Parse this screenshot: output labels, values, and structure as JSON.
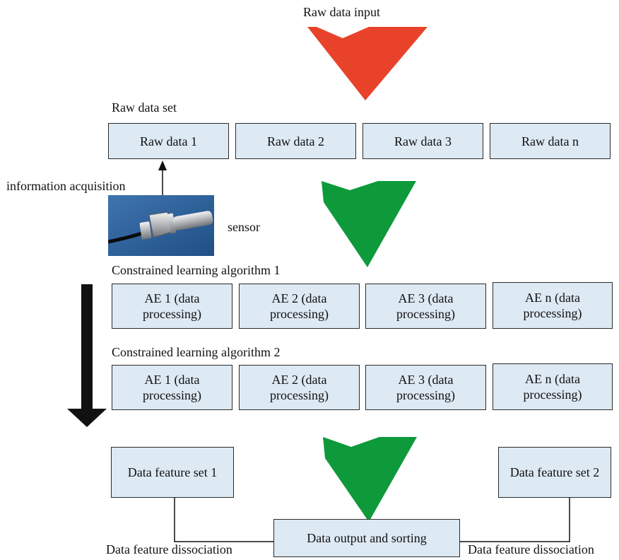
{
  "title": "Raw data input",
  "raw_set": {
    "label": "Raw data set",
    "items": [
      "Raw data 1",
      "Raw data 2",
      "Raw data 3",
      "Raw data n"
    ]
  },
  "acquisition_label": "information acquisition",
  "sensor_label": "sensor",
  "algorithm1": {
    "label": "Constrained learning algorithm 1",
    "items": [
      "AE 1 (data processing)",
      "AE 2 (data processing)",
      "AE 3 (data processing)",
      "AE n (data processing)"
    ]
  },
  "algorithm2": {
    "label": "Constrained learning algorithm 2",
    "items": [
      "AE 1 (data processing)",
      "AE 2 (data processing)",
      "AE 3 (data processing)",
      "AE n (data processing)"
    ]
  },
  "feature_set_1": "Data feature set 1",
  "feature_set_2": "Data feature set 2",
  "output": "Data output and sorting",
  "dissociation_left": "Data feature dissociation",
  "dissociation_right": "Data feature dissociation",
  "colors": {
    "box_fill": "#dde9f3",
    "input_arrow": "#e8432a",
    "flow_arrow": "#0e9a3b",
    "vertical_arrow": "#111111"
  },
  "icons": [
    "red-chevron-arrow-icon",
    "green-chevron-arrow-icon",
    "black-down-arrow-icon",
    "sensor-photo"
  ]
}
